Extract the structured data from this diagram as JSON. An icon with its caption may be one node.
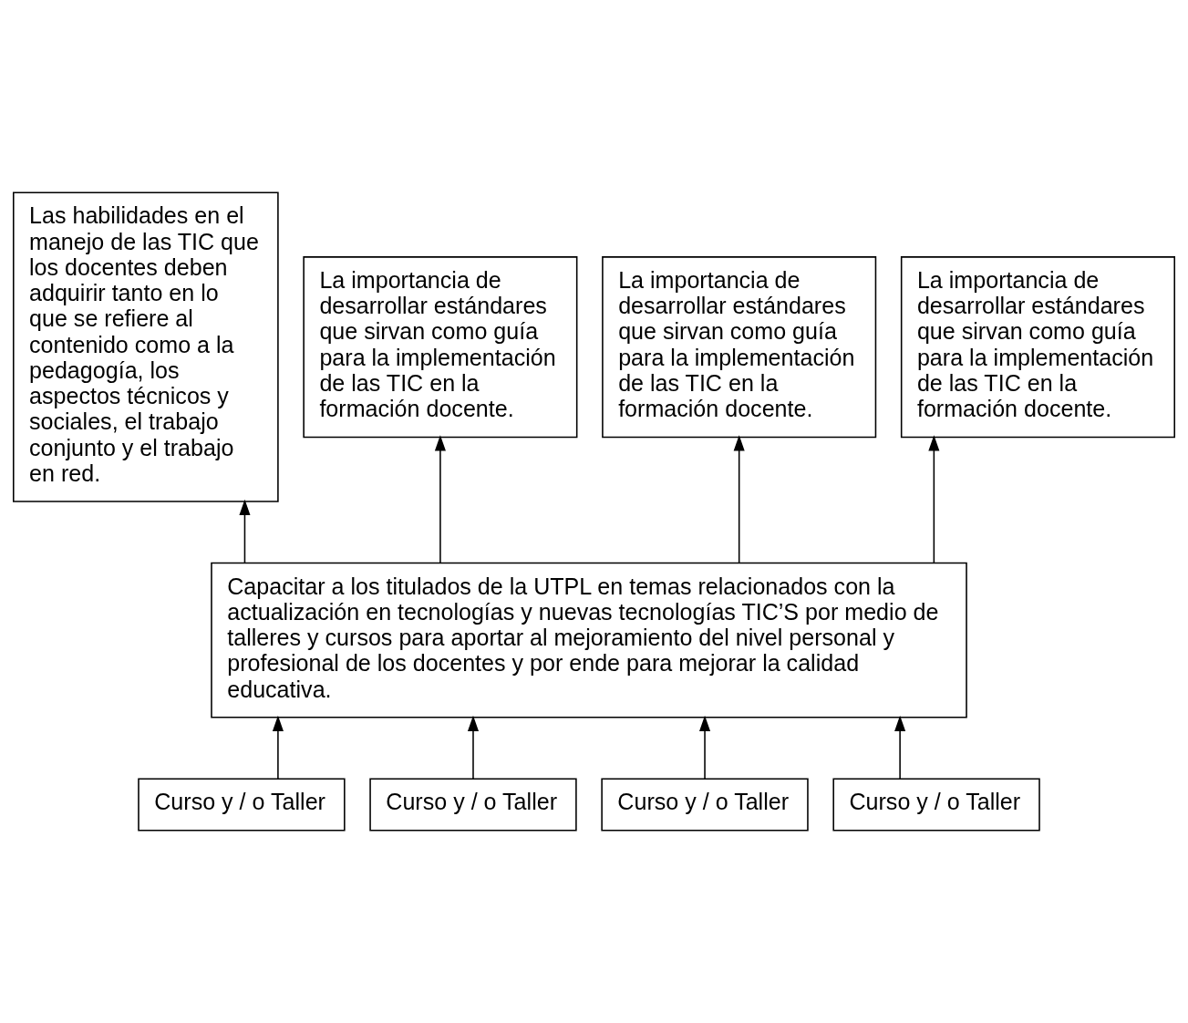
{
  "diagram": {
    "nodes": [
      {
        "text": [
          "Las habilidades en el manejo de las TIC que los docentes deben adquirir tanto en lo que se refiere al contenido como a la pedagogía, los aspectos técnicos y sociales, el trabajo conjunto y el trabajo en red."
        ]
      },
      {
        "text": [
          "La importancia de desarrollar estándares que sirvan como guía para la implementación de las TIC en la formación docente."
        ]
      },
      {
        "text": [
          "La importancia de desarrollar estándares que sirvan como guía para la implementación de las TIC en la formación docente."
        ]
      },
      {
        "text": [
          "La importancia de desarrollar estándares que sirvan como guía para la implementación de las TIC en la formación docente."
        ]
      },
      {
        "text": [
          "Capacitar a los titulados de la UTPL en temas relacionados con la actualización en tecnologías y nuevas tecnologías TIC’S por medio de talleres y cursos para aportar al mejoramiento del nivel personal y profesional de los docentes y por ende para mejorar la calidad educativa."
        ]
      },
      {
        "text": [
          "Curso y / o Taller"
        ]
      },
      {
        "text": [
          "Curso y / o Taller"
        ]
      },
      {
        "text": [
          "Curso y / o Taller"
        ]
      },
      {
        "text": [
          "Curso y / o Taller"
        ]
      }
    ],
    "edges": [
      {
        "from": 4,
        "to": 0,
        "arrow": "to"
      },
      {
        "from": 4,
        "to": 1,
        "arrow": "to"
      },
      {
        "from": 4,
        "to": 2,
        "arrow": "to"
      },
      {
        "from": 4,
        "to": 3,
        "arrow": "to"
      },
      {
        "from": 5,
        "to": 4,
        "arrow": "to"
      },
      {
        "from": 6,
        "to": 4,
        "arrow": "to"
      },
      {
        "from": 7,
        "to": 4,
        "arrow": "to"
      },
      {
        "from": 8,
        "to": 4,
        "arrow": "to"
      }
    ]
  }
}
